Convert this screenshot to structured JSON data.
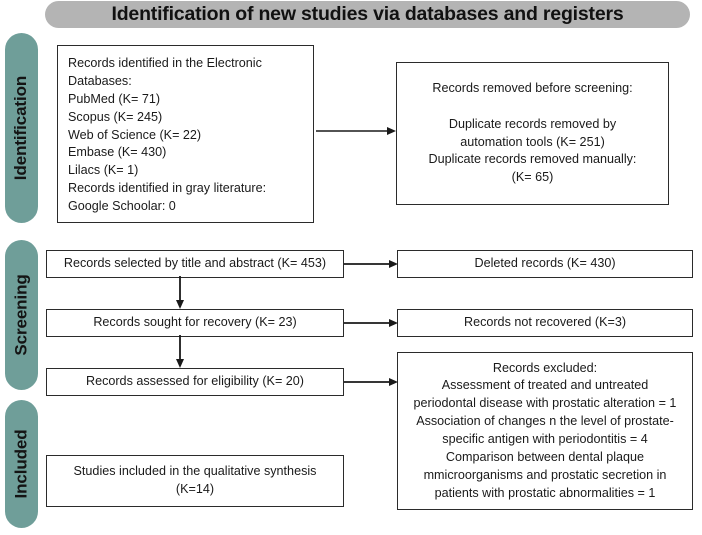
{
  "title": {
    "text": "Identification of new studies via databases and registers",
    "background_color": "#b4b4b4"
  },
  "theme": {
    "phase_bar_color": "#6f9e99",
    "box_border_color": "#2b2b2b",
    "text_color": "#1a1a1a",
    "background_color": "#ffffff"
  },
  "phases": [
    {
      "id": "identification",
      "label": "Identification"
    },
    {
      "id": "screening",
      "label": "Screening"
    },
    {
      "id": "included",
      "label": "Included"
    }
  ],
  "boxes": {
    "identified": {
      "text": "Records identified in the Electronic\nDatabases:\n        PubMed (K= 71)\n        Scopus (K= 245)\n        Web of Science (K= 22)\n        Embase (K= 430)\n        Lilacs (K= 1)\nRecords identified in gray literature:\n        Google Schoolar: 0",
      "sources": [
        {
          "name": "PubMed",
          "count": 71
        },
        {
          "name": "Scopus",
          "count": 245
        },
        {
          "name": "Web of Science",
          "count": 22
        },
        {
          "name": "Embase",
          "count": 430
        },
        {
          "name": "Lilacs",
          "count": 1
        },
        {
          "name": "Google Schoolar",
          "count": 0
        }
      ]
    },
    "removed": {
      "text": "Records removed before screening:\n\nDuplicate records removed by\nautomation tools (K= 251)\nDuplicate records removed manually:\n(K= 65)"
    },
    "selected": {
      "text": "Records selected by title and abstract (K= 453)"
    },
    "deleted": {
      "text": "Deleted records (K= 430)"
    },
    "sought": {
      "text": "Records sought for recovery (K= 23)"
    },
    "not_recovered": {
      "text": "Records not recovered (K=3)"
    },
    "assessed": {
      "text": "Records assessed for eligibility (K= 20)"
    },
    "excluded": {
      "text": "Records excluded:\nAssessment of treated and untreated\nperiodontal disease with prostatic alteration = 1\nAssociation of changes n the level of prostate-\nspecific antigen with periodontitis = 4\nComparison between dental plaque\nmmicroorganisms and prostatic secretion in\npatients with prostatic abnormalities = 1"
    },
    "included": {
      "text": "Studies included in the qualitative synthesis\n(K=14)"
    }
  }
}
